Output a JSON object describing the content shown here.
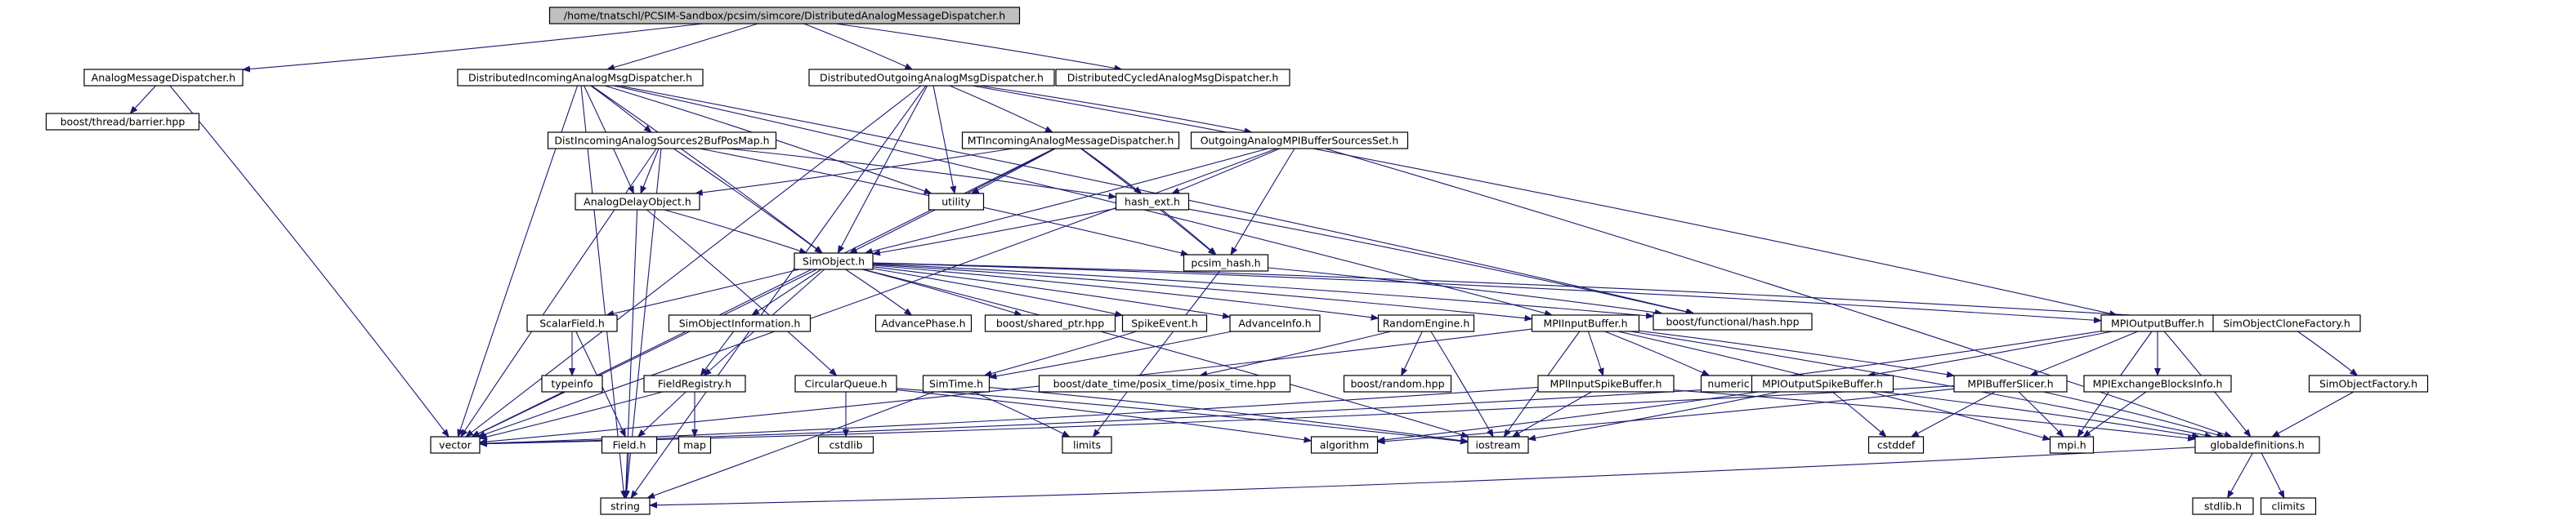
{
  "graph": {
    "colors": {
      "edge": "#191970",
      "root_fill": "#bfbfbf",
      "node_fill": "#ffffff",
      "box_border": "#000000",
      "system_header_border": "#bfbfbf",
      "undocumented_border": "#ff0000",
      "text": "#000000"
    },
    "nodes": [
      {
        "id": "root",
        "label": "/home/tnatschl/PCSIM-Sandbox/pcsim/simcore/DistributedAnalogMessageDispatcher.h",
        "style": "root"
      },
      {
        "id": "amd",
        "label": "AnalogMessageDispatcher.h",
        "style": "box"
      },
      {
        "id": "diamd",
        "label": "DistributedIncomingAnalogMsgDispatcher.h",
        "style": "box"
      },
      {
        "id": "doamd",
        "label": "DistributedOutgoingAnalogMsgDispatcher.h",
        "style": "box"
      },
      {
        "id": "dcamd",
        "label": "DistributedCycledAnalogMsgDispatcher.h",
        "style": "box"
      },
      {
        "id": "barrier",
        "label": "boost/thread/barrier.hpp",
        "style": "system"
      },
      {
        "id": "dias2b",
        "label": "DistIncomingAnalogSources2BufPosMap.h",
        "style": "box"
      },
      {
        "id": "mtiamd",
        "label": "MTIncomingAnalogMessageDispatcher.h",
        "style": "box"
      },
      {
        "id": "oampi",
        "label": "OutgoingAnalogMPIBufferSourcesSet.h",
        "style": "box"
      },
      {
        "id": "ado",
        "label": "AnalogDelayObject.h",
        "style": "box"
      },
      {
        "id": "utility",
        "label": "utility",
        "style": "system"
      },
      {
        "id": "hashext",
        "label": "hash_ext.h",
        "style": "box"
      },
      {
        "id": "simobject",
        "label": "SimObject.h",
        "style": "box"
      },
      {
        "id": "pcsimhash",
        "label": "pcsim_hash.h",
        "style": "box"
      },
      {
        "id": "bfhash",
        "label": "boost/functional/hash.hpp",
        "style": "system"
      },
      {
        "id": "scalarfield",
        "label": "ScalarField.h",
        "style": "box"
      },
      {
        "id": "soinfo",
        "label": "SimObjectInformation.h",
        "style": "box"
      },
      {
        "id": "advphase",
        "label": "AdvancePhase.h",
        "style": "box"
      },
      {
        "id": "sharedptr",
        "label": "boost/shared_ptr.hpp",
        "style": "system"
      },
      {
        "id": "spikeevent",
        "label": "SpikeEvent.h",
        "style": "box"
      },
      {
        "id": "advinfo",
        "label": "AdvanceInfo.h",
        "style": "box"
      },
      {
        "id": "randengine",
        "label": "RandomEngine.h",
        "style": "box"
      },
      {
        "id": "mpiinbuf",
        "label": "MPIInputBuffer.h",
        "style": "box"
      },
      {
        "id": "mpioutbuf",
        "label": "MPIOutputBuffer.h",
        "style": "box"
      },
      {
        "id": "socf",
        "label": "SimObjectCloneFactory.h",
        "style": "box"
      },
      {
        "id": "typeinfo",
        "label": "typeinfo",
        "style": "system"
      },
      {
        "id": "fieldreg",
        "label": "FieldRegistry.h",
        "style": "box"
      },
      {
        "id": "circq",
        "label": "CircularQueue.h",
        "style": "box"
      },
      {
        "id": "simtime",
        "label": "SimTime.h",
        "style": "undocumented"
      },
      {
        "id": "posixtime",
        "label": "boost/date_time/posix_time/posix_time.hpp",
        "style": "system"
      },
      {
        "id": "boostrandom",
        "label": "boost/random.hpp",
        "style": "system"
      },
      {
        "id": "mpiinspike",
        "label": "MPIInputSpikeBuffer.h",
        "style": "box"
      },
      {
        "id": "numeric",
        "label": "numeric",
        "style": "system"
      },
      {
        "id": "mpioutspike",
        "label": "MPIOutputSpikeBuffer.h",
        "style": "box"
      },
      {
        "id": "mpibufslicer",
        "label": "MPIBufferSlicer.h",
        "style": "box"
      },
      {
        "id": "mpiexch",
        "label": "MPIExchangeBlocksInfo.h",
        "style": "box"
      },
      {
        "id": "sofactory",
        "label": "SimObjectFactory.h",
        "style": "box"
      },
      {
        "id": "vector",
        "label": "vector",
        "style": "system"
      },
      {
        "id": "fieldh",
        "label": "Field.h",
        "style": "undocumented"
      },
      {
        "id": "map",
        "label": "map",
        "style": "system"
      },
      {
        "id": "cstdlib",
        "label": "cstdlib",
        "style": "system"
      },
      {
        "id": "limits",
        "label": "limits",
        "style": "system"
      },
      {
        "id": "algorithm",
        "label": "algorithm",
        "style": "system"
      },
      {
        "id": "iostream",
        "label": "iostream",
        "style": "system"
      },
      {
        "id": "cstddef",
        "label": "cstddef",
        "style": "system"
      },
      {
        "id": "mpih",
        "label": "mpi.h",
        "style": "system"
      },
      {
        "id": "globaldefs",
        "label": "globaldefinitions.h",
        "style": "box"
      },
      {
        "id": "string",
        "label": "string",
        "style": "system"
      },
      {
        "id": "stdlib",
        "label": "stdlib.h",
        "style": "system"
      },
      {
        "id": "climits",
        "label": "climits",
        "style": "system"
      }
    ],
    "edges": [
      [
        "root",
        "amd"
      ],
      [
        "root",
        "diamd"
      ],
      [
        "root",
        "doamd"
      ],
      [
        "root",
        "dcamd"
      ],
      [
        "amd",
        "barrier"
      ],
      [
        "amd",
        "vector"
      ],
      [
        "diamd",
        "dias2b"
      ],
      [
        "diamd",
        "ado"
      ],
      [
        "diamd",
        "simobject"
      ],
      [
        "diamd",
        "vector"
      ],
      [
        "diamd",
        "string"
      ],
      [
        "diamd",
        "utility"
      ],
      [
        "diamd",
        "bfhash"
      ],
      [
        "diamd",
        "mpiinbuf"
      ],
      [
        "doamd",
        "mtiamd"
      ],
      [
        "doamd",
        "oampi"
      ],
      [
        "doamd",
        "simobject"
      ],
      [
        "doamd",
        "vector"
      ],
      [
        "doamd",
        "utility"
      ],
      [
        "doamd",
        "mpioutbuf"
      ],
      [
        "doamd",
        "string"
      ],
      [
        "dias2b",
        "ado"
      ],
      [
        "dias2b",
        "simobject"
      ],
      [
        "dias2b",
        "hashext"
      ],
      [
        "dias2b",
        "pcsimhash"
      ],
      [
        "dias2b",
        "vector"
      ],
      [
        "dias2b",
        "string"
      ],
      [
        "mtiamd",
        "ado"
      ],
      [
        "mtiamd",
        "simobject"
      ],
      [
        "mtiamd",
        "utility"
      ],
      [
        "mtiamd",
        "hashext"
      ],
      [
        "mtiamd",
        "pcsimhash"
      ],
      [
        "mtiamd",
        "vector"
      ],
      [
        "oampi",
        "simobject"
      ],
      [
        "oampi",
        "hashext"
      ],
      [
        "oampi",
        "pcsimhash"
      ],
      [
        "oampi",
        "globaldefs"
      ],
      [
        "oampi",
        "vector"
      ],
      [
        "ado",
        "simobject"
      ],
      [
        "ado",
        "circq"
      ],
      [
        "ado",
        "string"
      ],
      [
        "hashext",
        "pcsimhash"
      ],
      [
        "hashext",
        "simobject"
      ],
      [
        "hashext",
        "bfhash"
      ],
      [
        "pcsimhash",
        "bfhash"
      ],
      [
        "pcsimhash",
        "limits"
      ],
      [
        "simobject",
        "scalarfield"
      ],
      [
        "simobject",
        "soinfo"
      ],
      [
        "simobject",
        "advphase"
      ],
      [
        "simobject",
        "sharedptr"
      ],
      [
        "simobject",
        "spikeevent"
      ],
      [
        "simobject",
        "advinfo"
      ],
      [
        "simobject",
        "randengine"
      ],
      [
        "simobject",
        "mpiinbuf"
      ],
      [
        "simobject",
        "mpioutbuf"
      ],
      [
        "simobject",
        "socf"
      ],
      [
        "simobject",
        "fieldreg"
      ],
      [
        "simobject",
        "vector"
      ],
      [
        "simobject",
        "bfhash"
      ],
      [
        "simobject",
        "iostream"
      ],
      [
        "scalarfield",
        "typeinfo"
      ],
      [
        "scalarfield",
        "fieldh"
      ],
      [
        "soinfo",
        "fieldreg"
      ],
      [
        "spikeevent",
        "simtime"
      ],
      [
        "advinfo",
        "simtime"
      ],
      [
        "randengine",
        "boostrandom"
      ],
      [
        "randengine",
        "iostream"
      ],
      [
        "randengine",
        "posixtime"
      ],
      [
        "mpiinbuf",
        "mpiinspike"
      ],
      [
        "mpiinbuf",
        "numeric"
      ],
      [
        "mpiinbuf",
        "mpibufslicer"
      ],
      [
        "mpiinbuf",
        "iostream"
      ],
      [
        "mpiinbuf",
        "mpih"
      ],
      [
        "mpiinbuf",
        "globaldefs"
      ],
      [
        "mpiinbuf",
        "vector"
      ],
      [
        "mpioutbuf",
        "mpioutspike"
      ],
      [
        "mpioutbuf",
        "mpibufslicer"
      ],
      [
        "mpioutbuf",
        "mpiexch"
      ],
      [
        "mpioutbuf",
        "numeric"
      ],
      [
        "mpioutbuf",
        "mpih"
      ],
      [
        "mpioutbuf",
        "globaldefs"
      ],
      [
        "socf",
        "sofactory"
      ],
      [
        "sofactory",
        "globaldefs"
      ],
      [
        "fieldreg",
        "fieldh"
      ],
      [
        "fieldreg",
        "map"
      ],
      [
        "fieldreg",
        "vector"
      ],
      [
        "fieldh",
        "string"
      ],
      [
        "circq",
        "cstdlib"
      ],
      [
        "circq",
        "iostream"
      ],
      [
        "circq",
        "algorithm"
      ],
      [
        "simtime",
        "limits"
      ],
      [
        "simtime",
        "iostream"
      ],
      [
        "simtime",
        "string"
      ],
      [
        "mpiinspike",
        "iostream"
      ],
      [
        "mpiinspike",
        "globaldefs"
      ],
      [
        "mpiinspike",
        "vector"
      ],
      [
        "mpioutspike",
        "cstddef"
      ],
      [
        "mpioutspike",
        "algorithm"
      ],
      [
        "mpioutspike",
        "iostream"
      ],
      [
        "mpioutspike",
        "globaldefs"
      ],
      [
        "mpioutspike",
        "vector"
      ],
      [
        "mpibufslicer",
        "cstddef"
      ],
      [
        "mpibufslicer",
        "mpih"
      ],
      [
        "mpibufslicer",
        "globaldefs"
      ],
      [
        "mpibufslicer",
        "algorithm"
      ],
      [
        "mpibufslicer",
        "vector"
      ],
      [
        "mpiexch",
        "mpih"
      ],
      [
        "globaldefs",
        "stdlib"
      ],
      [
        "globaldefs",
        "climits"
      ],
      [
        "globaldefs",
        "string"
      ]
    ]
  }
}
